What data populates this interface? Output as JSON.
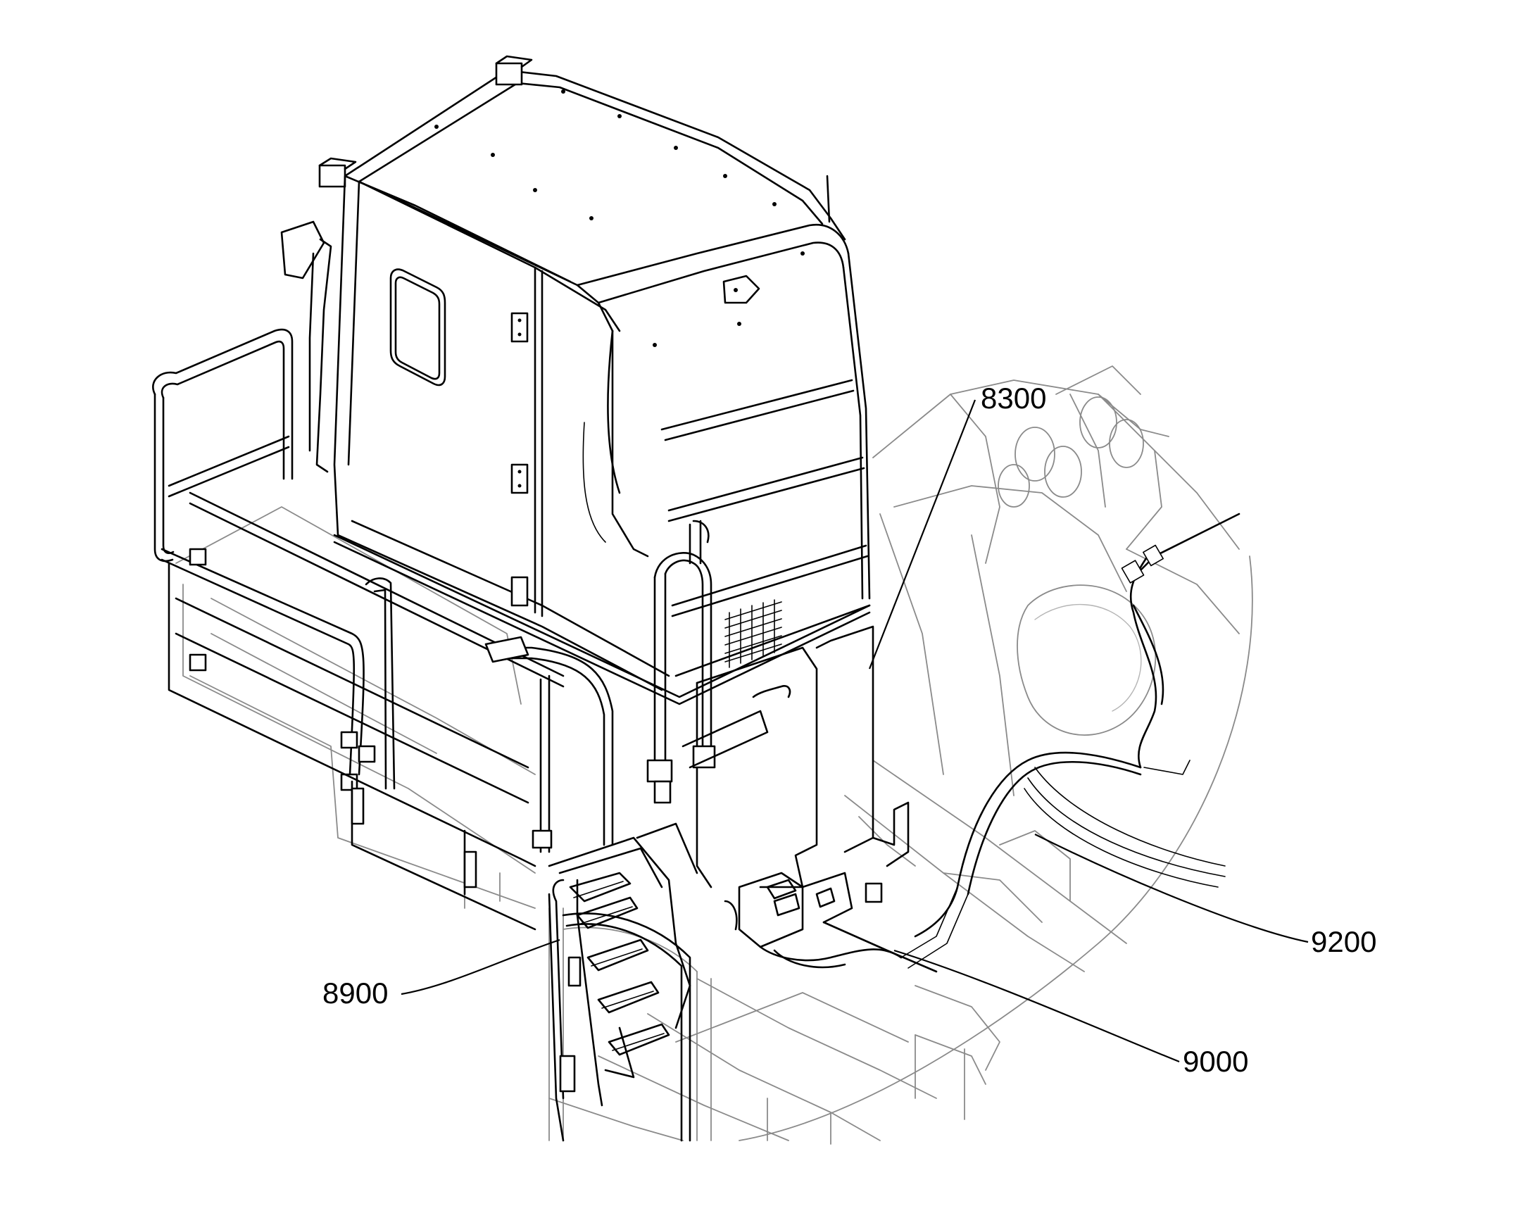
{
  "callouts": [
    {
      "id": "8300",
      "label": "8300"
    },
    {
      "id": "8900",
      "label": "8900"
    },
    {
      "id": "9000",
      "label": "9000"
    },
    {
      "id": "9200",
      "label": "9200"
    }
  ]
}
